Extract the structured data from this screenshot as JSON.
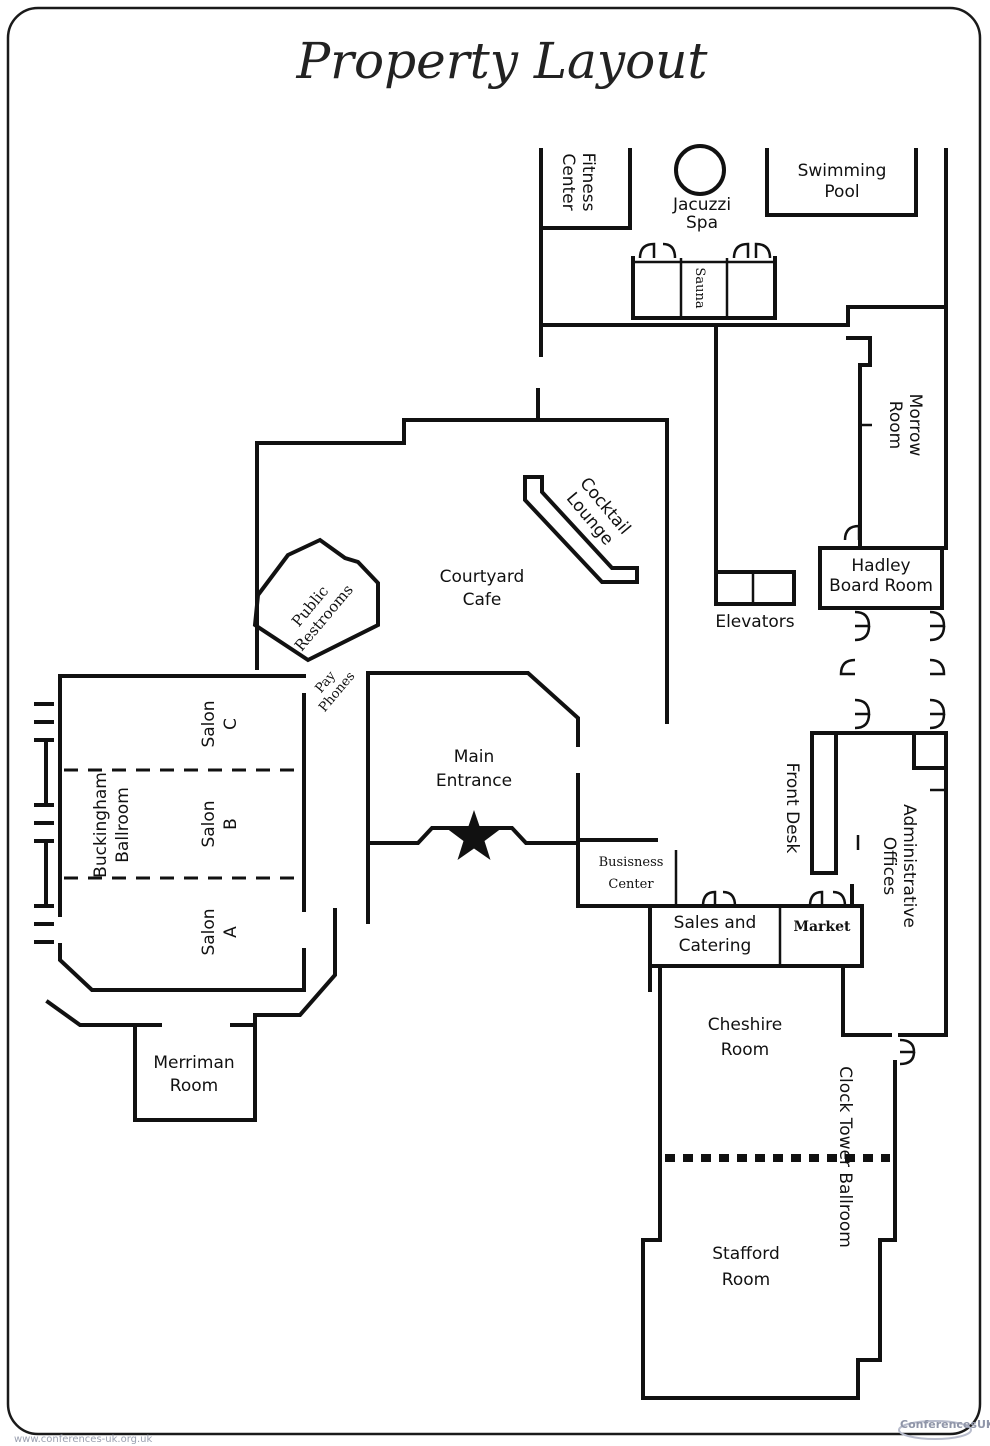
{
  "title": "Property Layout",
  "rooms": {
    "fitness_center": [
      "Fitness",
      "Center"
    ],
    "jacuzzi_spa": [
      "Jacuzzi",
      "Spa"
    ],
    "swimming_pool": [
      "Swimming",
      "Pool"
    ],
    "sauna": "Sauna",
    "morrow_room": [
      "Morrow",
      "Room"
    ],
    "cocktail_lounge": [
      "Cocktail",
      "Lounge"
    ],
    "courtyard_cafe": [
      "Courtyard",
      "Cafe"
    ],
    "public_restrooms": [
      "Public",
      "Restrooms"
    ],
    "pay_phones": [
      "Pay",
      "Phones"
    ],
    "elevators": "Elevators",
    "hadley_board_room": [
      "Hadley",
      "Board Room"
    ],
    "main_entrance": [
      "Main",
      "Entrance"
    ],
    "buckingham_ballroom": [
      "Buckingham",
      "Ballroom"
    ],
    "salon_c": [
      "Salon",
      "C"
    ],
    "salon_b": [
      "Salon",
      "B"
    ],
    "salon_a": [
      "Salon",
      "A"
    ],
    "front_desk": "Front Desk",
    "administrative_offices": [
      "Administrative",
      "Offices"
    ],
    "business_center": [
      "Busisness",
      "Center"
    ],
    "sales_and_catering": [
      "Sales and",
      "Catering"
    ],
    "market": "Market",
    "merriman_room": [
      "Merriman",
      "Room"
    ],
    "cheshire_room": [
      "Cheshire",
      "Room"
    ],
    "clock_tower_ballroom": "Clock Tower Ballroom",
    "stafford_room": [
      "Stafford",
      "Room"
    ]
  },
  "footer": {
    "url": "www.conferences-uk.org.uk",
    "logo": "ConferencesUK"
  },
  "colors": {
    "ink": "#111111",
    "paper": "#ffffff",
    "watermark": "#9aa0b0"
  }
}
